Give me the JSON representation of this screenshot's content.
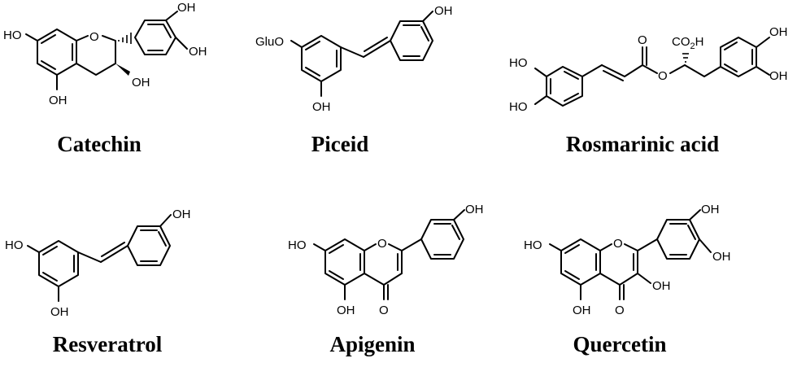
{
  "compounds": [
    {
      "name": "Catechin",
      "labels": [
        "HO",
        "O",
        "OH",
        "OH",
        "OH",
        "OH"
      ]
    },
    {
      "name": "Piceid",
      "labels": [
        "GluO",
        "OH",
        "OH"
      ]
    },
    {
      "name": "Rosmarinic acid",
      "labels": [
        "HO",
        "HO",
        "O",
        "O",
        "CO2H",
        "OH",
        "OH"
      ]
    },
    {
      "name": "Resveratrol",
      "labels": [
        "HO",
        "OH",
        "OH"
      ]
    },
    {
      "name": "Apigenin",
      "labels": [
        "HO",
        "O",
        "OH",
        "OH",
        "O"
      ]
    },
    {
      "name": "Quercetin",
      "labels": [
        "HO",
        "O",
        "OH",
        "OH",
        "OH",
        "OH",
        "O"
      ]
    }
  ]
}
